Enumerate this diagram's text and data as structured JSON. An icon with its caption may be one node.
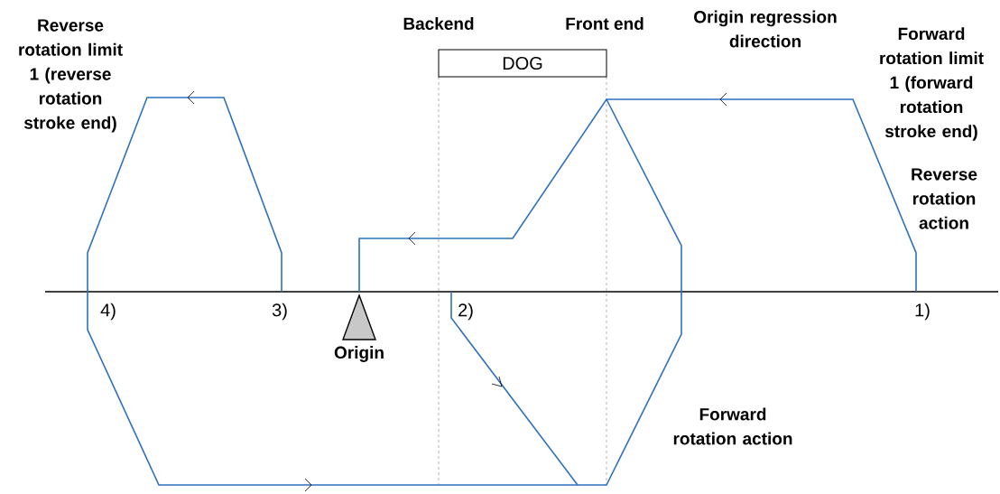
{
  "diagram": {
    "nodes": [
      {
        "text": [
          "DOG"
        ]
      }
    ],
    "labels": [
      "Reverse rotation limit 1 (reverse rotation stroke end)",
      "Backend",
      "Front end",
      "Origin regression direction",
      "Forward rotation limit 1 (forward rotation stroke end)",
      "Reverse rotation action",
      "4)",
      "3)",
      "2)",
      "1)",
      "Origin",
      "Forward rotation action"
    ]
  }
}
